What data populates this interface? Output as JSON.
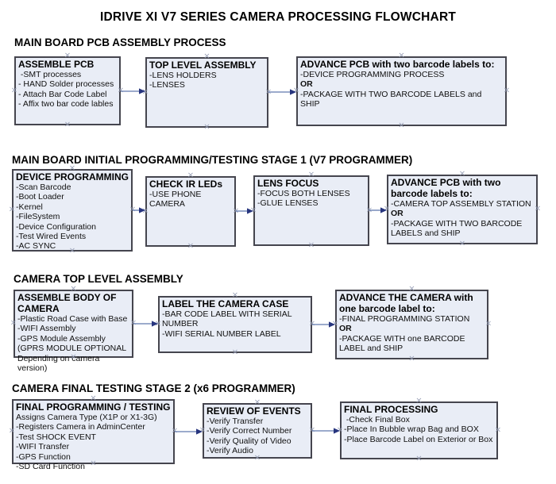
{
  "page_title": "IDRIVE XI V7 SERIES CAMERA PROCESSING FLOWCHART",
  "colors": {
    "node_fill": "#e9edf6",
    "node_border": "#45454e",
    "connector_line": "#6079ae",
    "connector_arrow": "#27357e",
    "connection_point": "#959db4",
    "text": "#000000"
  },
  "sections": [
    {
      "heading": "MAIN BOARD PCB ASSEMBLY PROCESS",
      "boxes": [
        {
          "title": "ASSEMBLE PCB",
          "lines": [
            {
              "t": " -SMT processes"
            },
            {
              "t": "- HAND Solder processes"
            },
            {
              "t": "- Attach Bar Code Label"
            },
            {
              "t": "- Affix two bar code lables"
            }
          ]
        },
        {
          "title": "TOP LEVEL ASSEMBLY",
          "lines": [
            {
              "t": "-LENS HOLDERS"
            },
            {
              "t": "-LENSES"
            }
          ]
        },
        {
          "title": "ADVANCE PCB with two barcode labels to:",
          "lines": [
            {
              "t": "-DEVICE PROGRAMMING PROCESS"
            },
            {
              "t": "OR",
              "b": true
            },
            {
              "t": "-PACKAGE WITH TWO BARCODE LABELS and SHIP"
            }
          ]
        }
      ]
    },
    {
      "heading": "MAIN BOARD INITIAL PROGRAMMING/TESTING STAGE 1 (V7 PROGRAMMER)",
      "boxes": [
        {
          "title": "DEVICE PROGRAMMING",
          "lines": [
            {
              "t": "-Scan Barcode"
            },
            {
              "t": "-Boot Loader"
            },
            {
              "t": "-Kernel"
            },
            {
              "t": "-FileSystem"
            },
            {
              "t": "-Device Configuration"
            },
            {
              "t": "-Test Wired Events"
            },
            {
              "t": "-AC SYNC"
            }
          ]
        },
        {
          "title": "CHECK IR LEDs",
          "lines": [
            {
              "t": "-USE PHONE CAMERA"
            }
          ]
        },
        {
          "title": "LENS FOCUS",
          "lines": [
            {
              "t": "-FOCUS BOTH LENSES"
            },
            {
              "t": "-GLUE LENSES"
            }
          ]
        },
        {
          "title": "ADVANCE PCB with two barcode labels to:",
          "lines": [
            {
              "t": "-CAMERA TOP ASSEMBLY STATION"
            },
            {
              "t": "OR",
              "b": true
            },
            {
              "t": "-PACKAGE WITH TWO BARCODE LABELS and SHIP"
            }
          ]
        }
      ]
    },
    {
      "heading": "CAMERA TOP LEVEL ASSEMBLY",
      "boxes": [
        {
          "title": "ASSEMBLE BODY OF CAMERA",
          "lines": [
            {
              "t": "-Plastic Road Case with Base"
            },
            {
              "t": "-WIFI Assembly"
            },
            {
              "t": "-GPS Module Assembly"
            },
            {
              "t": "(GPRS MODULE OPTIONAL Depending on camera version)"
            }
          ]
        },
        {
          "title": "LABEL THE CAMERA CASE",
          "lines": [
            {
              "t": "-BAR CODE LABEL WITH SERIAL NUMBER"
            },
            {
              "t": "-WIFI SERIAL NUMBER LABEL"
            }
          ]
        },
        {
          "title": "ADVANCE THE CAMERA with one barcode label to:",
          "lines": [
            {
              "t": "-FINAL PROGRAMMING STATION"
            },
            {
              "t": "OR",
              "b": true
            },
            {
              "t": "-PACKAGE WITH one BARCODE LABEL and SHIP"
            }
          ]
        }
      ]
    },
    {
      "heading": "CAMERA FINAL TESTING STAGE 2 (x6 PROGRAMMER)",
      "boxes": [
        {
          "title": "FINAL PROGRAMMING / TESTING",
          "lines": [
            {
              "t": "Assigns Camera Type (X1P or X1-3G)"
            },
            {
              "t": "-Registers Camera in AdminCenter"
            },
            {
              "t": "-Test SHOCK EVENT"
            },
            {
              "t": "-WIFI Transfer"
            },
            {
              "t": "-GPS Function"
            },
            {
              "t": "-SD Card Function"
            }
          ]
        },
        {
          "title": "REVIEW OF EVENTS",
          "lines": [
            {
              "t": "-Verify Transfer"
            },
            {
              "t": "-Verify Correct Number"
            },
            {
              "t": "-Verify Quality of Video"
            },
            {
              "t": "-Verify Audio"
            }
          ]
        },
        {
          "title": "FINAL PROCESSING",
          "lines": [
            {
              "t": " -Check Final Box"
            },
            {
              "t": "-Place In Bubble wrap Bag and BOX"
            },
            {
              "t": "-Place Barcode Label on Exterior or Box"
            }
          ]
        }
      ]
    }
  ]
}
